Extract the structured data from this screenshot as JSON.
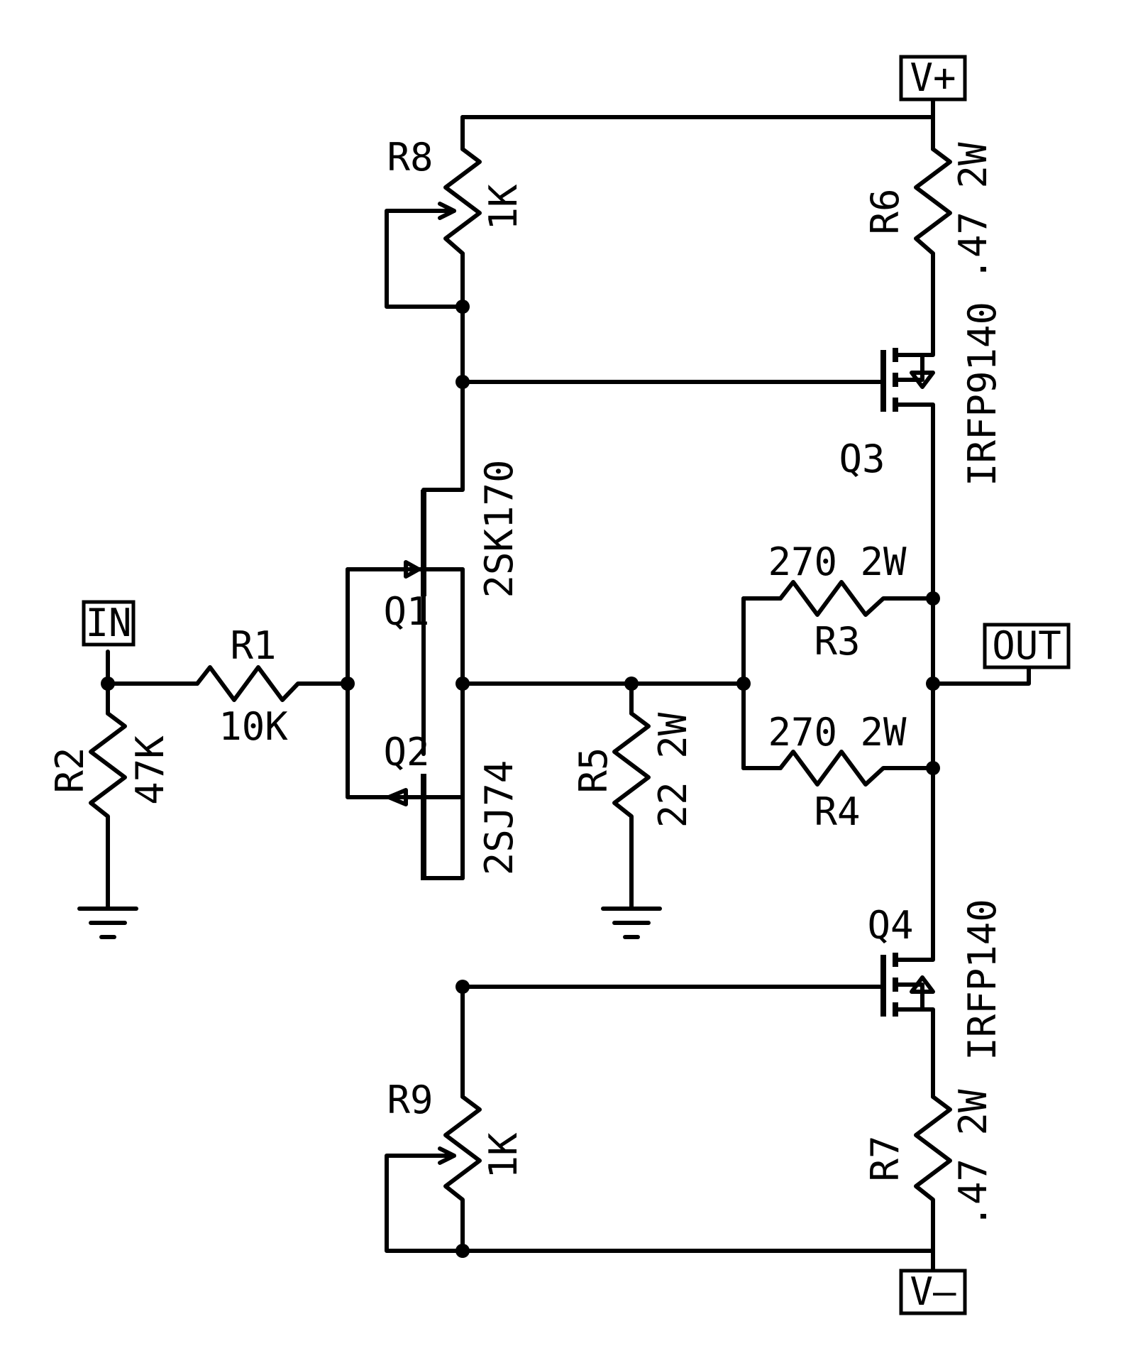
{
  "ports": {
    "in": "IN",
    "out": "OUT",
    "vplus": "V+",
    "vminus": "V–"
  },
  "components": {
    "r1": {
      "ref": "R1",
      "value": "10K"
    },
    "r2": {
      "ref": "R2",
      "value": "47K"
    },
    "r3": {
      "ref": "R3",
      "value": "270 2W"
    },
    "r4": {
      "ref": "R4",
      "value": "270 2W"
    },
    "r5": {
      "ref": "R5",
      "value": "22 2W"
    },
    "r6": {
      "ref": "R6",
      "value": ".47 2W"
    },
    "r7": {
      "ref": "R7",
      "value": ".47 2W"
    },
    "r8": {
      "ref": "R8",
      "value": "1K"
    },
    "r9": {
      "ref": "R9",
      "value": "1K"
    },
    "q1": {
      "ref": "Q1",
      "part": "2SK170"
    },
    "q2": {
      "ref": "Q2",
      "part": "2SJ74"
    },
    "q3": {
      "ref": "Q3",
      "part": "IRFP9140"
    },
    "q4": {
      "ref": "Q4",
      "part": "IRFP140"
    }
  }
}
